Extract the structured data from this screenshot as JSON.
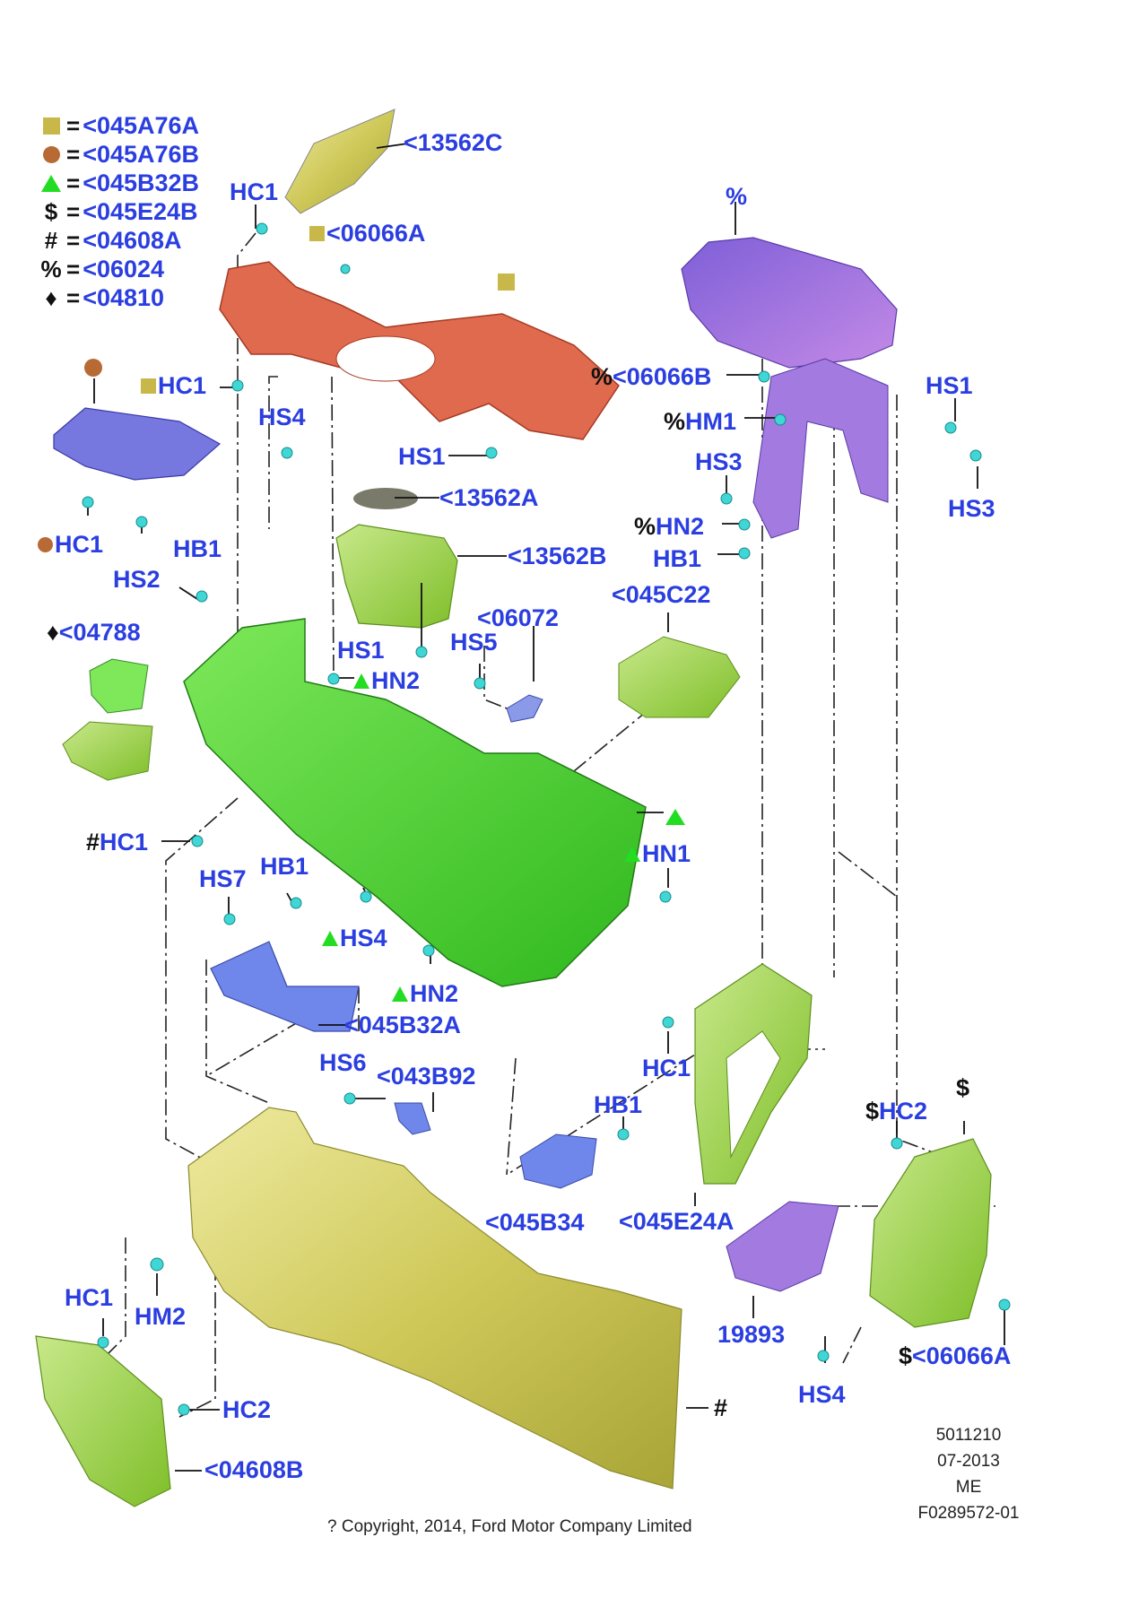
{
  "legend": [
    {
      "marker": "square",
      "color": "#c8b84a",
      "code": "<045A76A"
    },
    {
      "marker": "circle",
      "color": "#b86a34",
      "code": "<045A76B"
    },
    {
      "marker": "triangle",
      "color": "#22dd22",
      "code": "<045B32B"
    },
    {
      "marker": "text",
      "symbol": "$",
      "code": "<045E24B"
    },
    {
      "marker": "text",
      "symbol": "#",
      "code": "<04608A"
    },
    {
      "marker": "text",
      "symbol": "%",
      "code": "<06024"
    },
    {
      "marker": "text",
      "symbol": "♦",
      "code": "<04810"
    }
  ],
  "legend_eq": "=",
  "labels": {
    "c13562c": "<13562C",
    "hc1_top": "HC1",
    "c06066a_top": "<06066A",
    "hc1_left": "HC1",
    "hs4_upper": "HS4",
    "hs1_upper": "HS1",
    "c13562a": "<13562A",
    "c13562b": "<13562B",
    "hc1_brown": "HC1",
    "hs2": "HS2",
    "hb1_left": "HB1",
    "c04788": "<04788",
    "hs1_lower": "HS1",
    "hn2_mid": "HN2",
    "hs5": "HS5",
    "c06072": "<06072",
    "c045c22": "<045C22",
    "pct_top": "%",
    "c06066b": "<06066B",
    "hm1": "HM1",
    "hs3_a": "HS3",
    "hn2_right": "HN2",
    "hb1_right": "HB1",
    "hs1_right": "HS1",
    "hs3_b": "HS3",
    "hc1_hash": "HC1",
    "hn1": "HN1",
    "hs7": "HS7",
    "hb1_lower": "HB1",
    "hs4_mid": "HS4",
    "hn2_lower": "HN2",
    "c045b32a": "<045B32A",
    "hs6": "HS6",
    "c043b92": "<043B92",
    "hc1_right": "HC1",
    "hb1_bottom": "HB1",
    "c045b34": "<045B34",
    "c045e24a": "<045E24A",
    "hc2_right": "HC2",
    "dollar_top": "$",
    "c19893": "19893",
    "c06066a_bottom": "<06066A",
    "hs4_bottom": "HS4",
    "hc1_bottom": "HC1",
    "hm2": "HM2",
    "hc2_bottom": "HC2",
    "c04608b": "<04608B",
    "hash_right": "#"
  },
  "symbols": {
    "pct": "%",
    "dollar": "$",
    "hash": "#",
    "diamond": "♦"
  },
  "footer": {
    "copyright": "? Copyright, 2014, Ford Motor Company Limited",
    "part_no": "5011210",
    "date": "07-2013",
    "region": "ME",
    "figure": "F0289572-01"
  },
  "colors": {
    "label_blue": "#2b3ee0",
    "frame_red": "#e06a4e",
    "console_green": "#3ecb2a",
    "armrest_purple": "#9a6be0",
    "bracket_blue": "#6f86ea",
    "trim_yellow": "#cfc95a",
    "fastener_cyan": "#3fd6d6"
  }
}
